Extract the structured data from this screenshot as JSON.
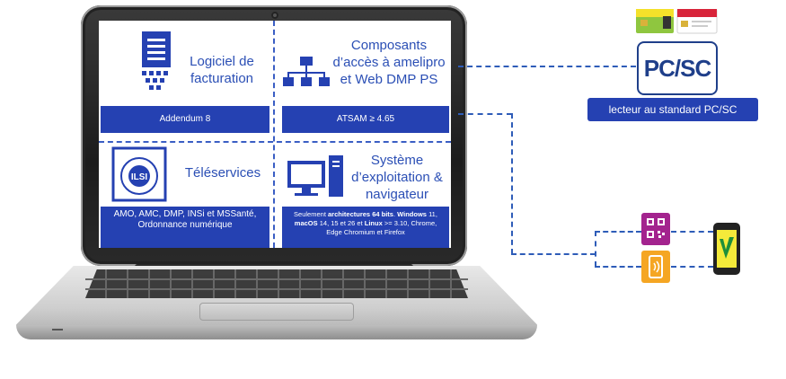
{
  "panels": {
    "billing": {
      "title": "Logiciel de facturation",
      "bar": "Addendum 8"
    },
    "components": {
      "title": "Composants d’accès à amelipro et Web DMP PS",
      "bar": "ATSAM ≥ 4.65"
    },
    "teleservices": {
      "title": "Téléservices",
      "bar": "AMO, AMC, DMP, INSi et MSSanté, Ordonnance numérique"
    },
    "system": {
      "title": "Système d’exploitation & navigateur",
      "bar_parts": {
        "p1": "Seulement ",
        "b1": "architectures 64 bits",
        "p2": ". ",
        "b2": "Windows",
        "p3": " 11, ",
        "b3": "macOS",
        "p4": " 14, 15 et 26 et ",
        "b4": "Linux",
        "p5": " >= 3.10, Chrome, Edge Chromium et Firefox"
      }
    }
  },
  "pcsc": {
    "logo": "PC/SC",
    "label": "lecteur au standard PC/SC"
  },
  "icons": [
    "server-icon",
    "network-icon",
    "ilsi-badge-icon",
    "computer-icon",
    "card-icon",
    "qr-code-icon",
    "nfc-icon",
    "phone-icon"
  ],
  "colors": {
    "blue": "#2541b2",
    "title_blue": "#2b4fb5",
    "purple": "#a3238e",
    "orange": "#f5a623"
  }
}
